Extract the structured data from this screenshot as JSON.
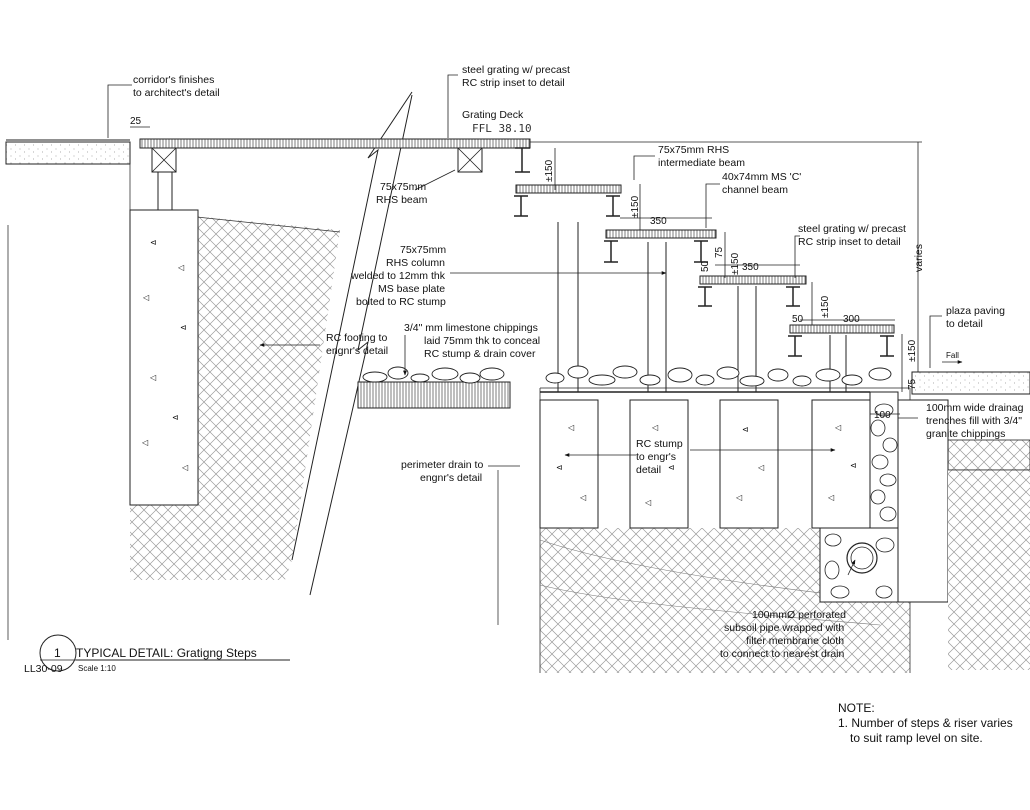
{
  "drawing": {
    "title_number": "1",
    "title": "TYPICAL DETAIL: Gratigng Steps",
    "sheet_ref": "LL30-09",
    "scale": "Scale 1:10"
  },
  "labels": {
    "corridor_finish_1": "corridor's finishes",
    "corridor_finish_2": "to architect's detail",
    "steel_grating_top_1": "steel grating w/ precast",
    "steel_grating_top_2": "RC strip inset to detail",
    "grating_deck": "Grating Deck",
    "ffl": "FFL 38.10",
    "rhs_beam_1": "75x75mm",
    "rhs_beam_2": "RHS beam",
    "rhs_intermediate_1": "75x75mm RHS",
    "rhs_intermediate_2": "intermediate beam",
    "c_channel_1": "40x74mm MS 'C'",
    "c_channel_2": "channel beam",
    "rhs_column_1": "75x75mm",
    "rhs_column_2": "RHS column",
    "rhs_column_3": "welded to 12mm thk",
    "rhs_column_4": "MS base plate",
    "rhs_column_5": "bolted to RC stump",
    "steel_grating_mid_1": "steel grating w/ precast",
    "steel_grating_mid_2": "RC strip inset to detail",
    "varies": "varies",
    "plaza_paving_1": "plaza paving",
    "plaza_paving_2": "to detail",
    "fall": "Fall",
    "rc_footing_1": "RC footing to",
    "rc_footing_2": "engnr's detail",
    "limestone_1": "3/4\" mm limestone chippings",
    "limestone_2": "laid 75mm thk to conceal",
    "limestone_3": "RC stump & drain cover",
    "drainage_1": "100mm wide drainag",
    "drainage_2": "trenches fill with 3/4\"",
    "drainage_3": "granite chippings",
    "rc_stump_1": "RC stump",
    "rc_stump_2": "to engr's",
    "rc_stump_3": "detail",
    "perimeter_drain_1": "perimeter drain to",
    "perimeter_drain_2": "engnr's detail",
    "pipe_1": "100mmØ perforated",
    "pipe_2": "subsoil pipe wrapped with",
    "pipe_3": "filter membrane cloth",
    "pipe_4": "to connect to nearest drain"
  },
  "dimensions": {
    "d25_top": "25",
    "d150_1": "±150",
    "d150_2": "±150",
    "d350_1": "350",
    "d75": "75",
    "d50_1": "50",
    "d150_3": "±150",
    "d350_2": "350",
    "d150_4": "±150",
    "d50_2": "50",
    "d300": "300",
    "d150_5": "±150",
    "d75_b": "75",
    "d100": "100"
  },
  "note": {
    "heading": "NOTE:",
    "line1": "1. Number of steps &  riser  varies",
    "line2": "to suit ramp level on site."
  }
}
